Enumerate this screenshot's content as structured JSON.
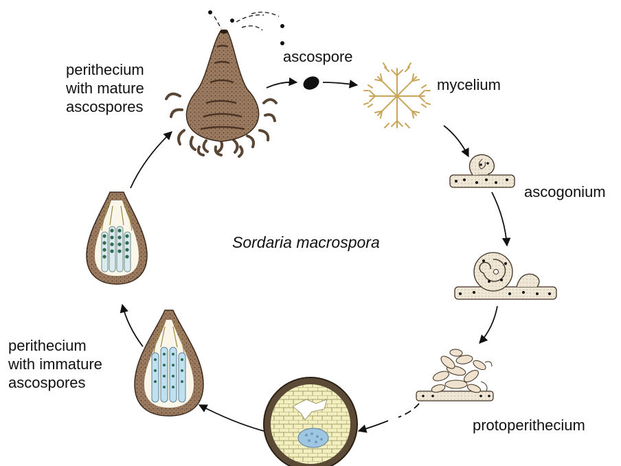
{
  "diagram": {
    "title": "Sordaria macrospora",
    "stages": [
      {
        "id": "ascospore",
        "label": "ascospore"
      },
      {
        "id": "mycelium",
        "label": "mycelium"
      },
      {
        "id": "ascogonium",
        "label": "ascogonium"
      },
      {
        "id": "protoperithecium",
        "label": "protoperithecium"
      },
      {
        "id": "perithecium-immature",
        "label_lines": [
          "perithecium",
          "with immature",
          "ascospores"
        ]
      },
      {
        "id": "perithecium-mature",
        "label_lines": [
          "perithecium",
          "with mature",
          "ascospores"
        ]
      }
    ]
  },
  "colors": {
    "arrow": "#111111",
    "peritheciumWall": "#8a6a50",
    "mycelium": "#c9a55a",
    "hypha": "#e8dcc8",
    "asci": "#bfe0ef",
    "sporeGreen": "#2f6b52",
    "youngTissue": "#f1ecb0"
  }
}
